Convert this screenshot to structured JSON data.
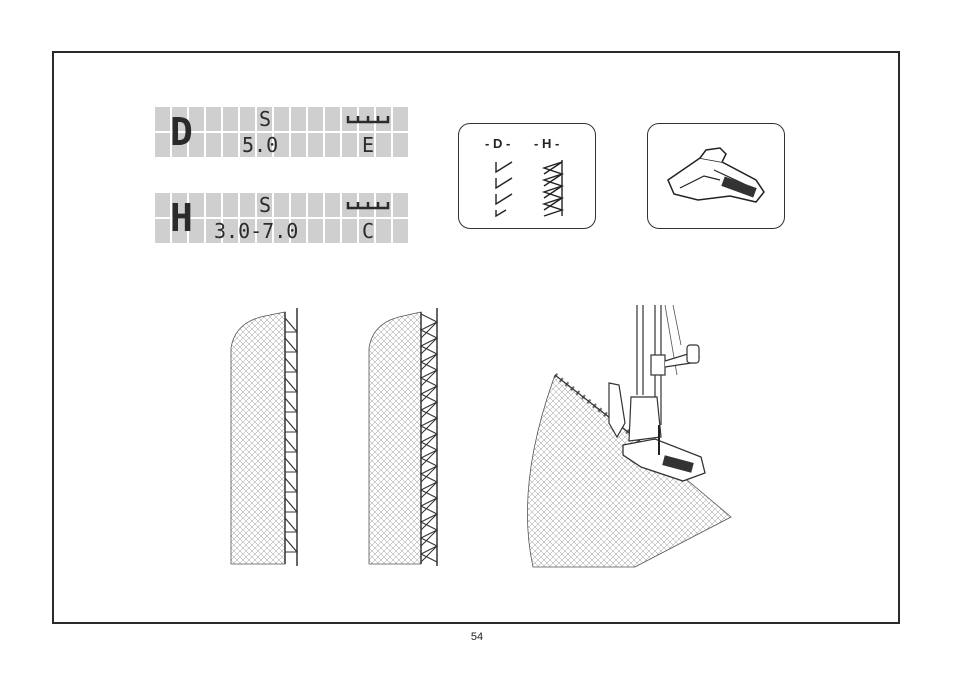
{
  "lcd_display_1": {
    "pattern_letter": "D",
    "mode": "S",
    "stitch_icon": "stitch-length-icon",
    "value": "5.0",
    "foot": "E"
  },
  "lcd_display_2": {
    "pattern_letter": "H",
    "mode": "S",
    "stitch_icon": "stitch-length-icon",
    "value": "3.0-7.0",
    "foot": "C"
  },
  "stitch_patterns": {
    "d_label": "- D -",
    "h_label": "- H -"
  },
  "presser_foot_icon": "overcast-foot-icon",
  "illustrations": {
    "left": "fabric-overcast-edge-d",
    "middle": "fabric-overcast-edge-h",
    "right": "sewing-machine-foot-on-fabric"
  },
  "page_number": "54"
}
